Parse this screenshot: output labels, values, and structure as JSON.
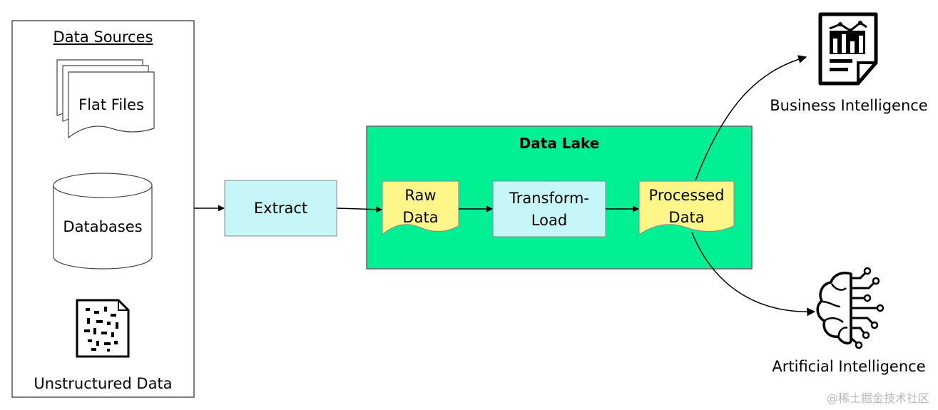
{
  "sources": {
    "title": "Data Sources",
    "flat_files": "Flat Files",
    "databases": "Databases",
    "unstructured": "Unstructured Data"
  },
  "extract": {
    "label": "Extract"
  },
  "lake": {
    "title": "Data Lake",
    "raw_line1": "Raw",
    "raw_line2": "Data",
    "transform_line1": "Transform-",
    "transform_line2": "Load",
    "processed_line1": "Processed",
    "processed_line2": "Data"
  },
  "outputs": {
    "bi": "Business Intelligence",
    "ai": "Artificial Intelligence"
  },
  "watermark": "@稀土掘金技术社区",
  "colors": {
    "lake_fill": "#00f093",
    "box_fill": "#c6f6f7",
    "doc_fill": "#fff68a",
    "stroke": "#000000"
  },
  "icons": {
    "bi": "report-chart-icon",
    "ai": "brain-circuit-icon",
    "unstructured": "scattered-doc-icon",
    "databases": "cylinder-icon",
    "flat_files": "stacked-documents-icon"
  }
}
